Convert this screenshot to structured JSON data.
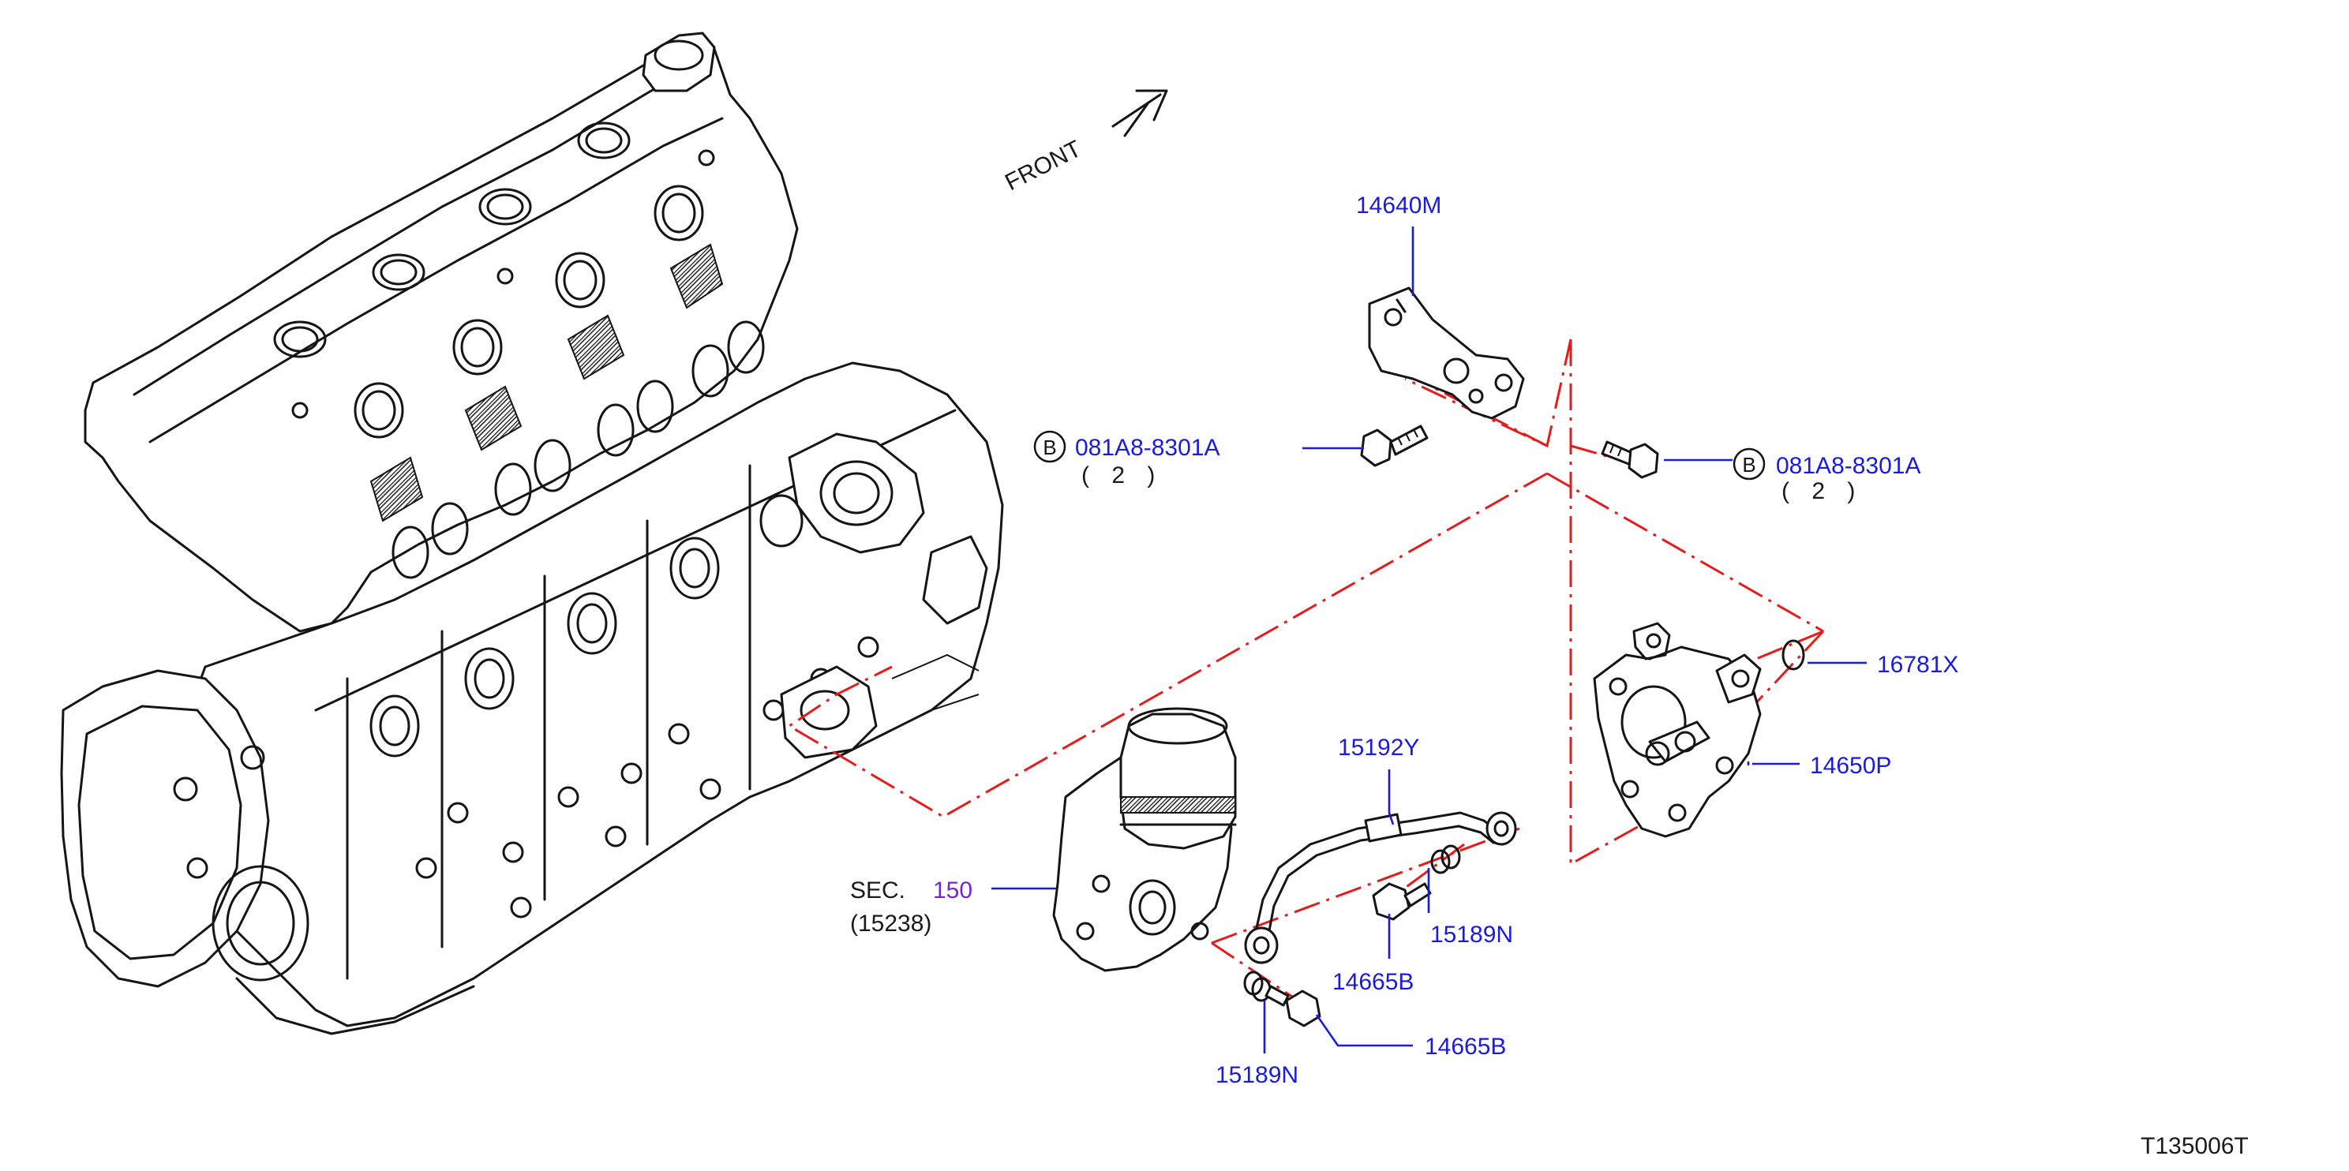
{
  "direction_label": "FRONT",
  "diagram_code": "T135006T",
  "section_ref": {
    "prefix": "SEC.",
    "number": "150",
    "sub_number": "(15238)"
  },
  "callouts": {
    "bracket_14640M": "14640M",
    "bolt_left": {
      "badge": "B",
      "part": "081A8-8301A",
      "qty": "( 2 )"
    },
    "bolt_right": {
      "badge": "B",
      "part": "081A8-8301A",
      "qty": "( 2 )"
    },
    "o_ring_16781X": "16781X",
    "vacuum_pump_14650P": "14650P",
    "oil_tube_15192Y": "15192Y",
    "washer_upper_15189N": "15189N",
    "eye_bolt_upper_14665B": "14665B",
    "washer_lower_15189N": "15189N",
    "eye_bolt_lower_14665B": "14665B"
  },
  "colors": {
    "callout_blue": "#1a1ae0",
    "section_purple": "#7a22d4",
    "dash_red": "#e51c1c",
    "line_black": "#151515"
  }
}
